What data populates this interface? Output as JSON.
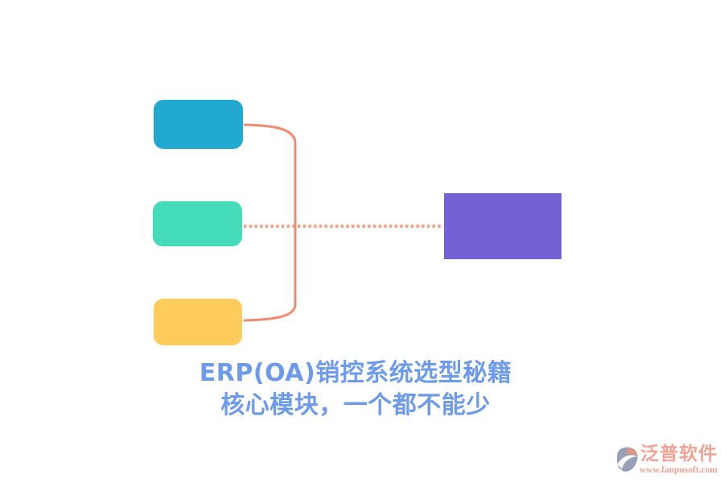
{
  "canvas": {
    "background": "#FFFFFF"
  },
  "diagram": {
    "nodes": [
      {
        "id": "module-box-1",
        "color": "#21A9D0"
      },
      {
        "id": "module-box-2",
        "color": "#45DCBA"
      },
      {
        "id": "module-box-3",
        "color": "#FFCB5A"
      },
      {
        "id": "result-box",
        "color": "#7560D5"
      }
    ],
    "connector": {
      "solid_color": "#F08B72",
      "dotted_color": "#F2A38C"
    }
  },
  "caption": {
    "line1": "ERP(OA)销控系统选型秘籍",
    "line2": "核心模块，一个都不能少",
    "color": "#6D9AE9"
  },
  "watermark": {
    "brand": "泛普软件",
    "url": "www.fanpusoft.com",
    "text_color": "#F0A394",
    "icon_body_color": "#96A1B7",
    "icon_accent_color": "#E8957D"
  }
}
